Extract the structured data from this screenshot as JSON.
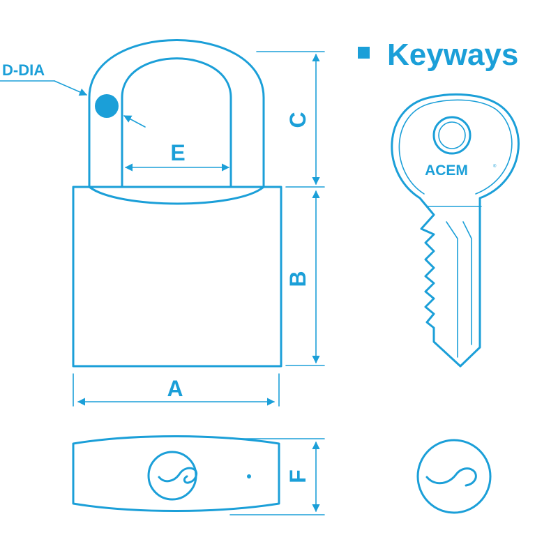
{
  "title": "Keyways",
  "labels": {
    "a": "A",
    "b": "B",
    "c": "C",
    "d": "D-DIA",
    "e": "E",
    "f": "F"
  },
  "key": {
    "brand": "ACEM",
    "registered": "®"
  },
  "colors": {
    "line": "#1b9fd8",
    "background": "#ffffff"
  }
}
